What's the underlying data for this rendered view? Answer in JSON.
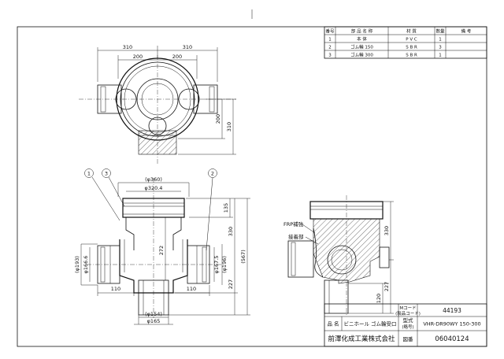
{
  "parts_table": {
    "headers": [
      "番号",
      "部 品 名 称",
      "材 質",
      "数量",
      "備 考"
    ],
    "rows": [
      {
        "no": "1",
        "name": "本 体",
        "material": "P V C",
        "qty": "1",
        "note": ""
      },
      {
        "no": "2",
        "name": "ゴム輪 150",
        "material": "S B R",
        "qty": "3",
        "note": ""
      },
      {
        "no": "3",
        "name": "ゴム輪 300",
        "material": "S B R",
        "qty": "1",
        "note": ""
      }
    ]
  },
  "title_block": {
    "mcode_label_1": "Mコード",
    "mcode_label_2": "(製品コード)",
    "mcode_value": "44193",
    "name_label": "品 名",
    "name_value": "ビニホール ゴム輪受口",
    "model_label_1": "型式",
    "model_label_2": "(略号)",
    "model_value": "VHR-DR90WY 150-300",
    "company": "前澤化成工業株式会社",
    "drawing_no_label": "図番",
    "drawing_no_value": "06040124"
  },
  "top_view": {
    "dims": {
      "overall_left": "310",
      "overall_right": "310",
      "inner_left": "200",
      "inner_right": "200",
      "vert_200": "200",
      "vert_310": "310"
    }
  },
  "front_view": {
    "balloons": [
      "1",
      "3",
      "2"
    ],
    "dims": {
      "top_outer_dia": "(φ360)",
      "top_inner_dia": "φ320.4",
      "height_135": "135",
      "height_330": "330",
      "height_567": "(567)",
      "height_227": "227",
      "inner_272": "272",
      "left_193": "(φ193)",
      "left_166": "φ166.6",
      "right_1675": "φ167.5",
      "right_196": "(φ196)",
      "bottom_left_110": "110",
      "bottom_right_110": "110",
      "bottom_154": "(φ154)",
      "bottom_165": "φ165"
    }
  },
  "side_view": {
    "labels": {
      "frp": "FRP補強",
      "joint": "接着部"
    },
    "dims": {
      "height_330": "330",
      "height_227": "227",
      "height_120": "120"
    }
  }
}
